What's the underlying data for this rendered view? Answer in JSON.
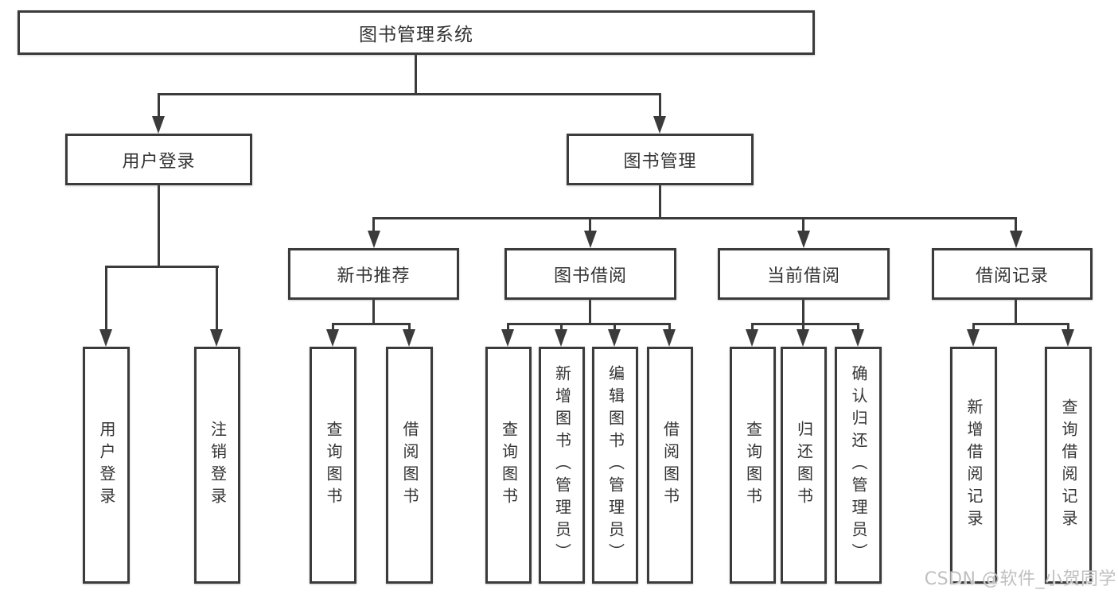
{
  "diagram": {
    "nodes": {
      "root": {
        "label": "图书管理系统"
      },
      "l2": [
        {
          "label": "用户登录"
        },
        {
          "label": "图书管理"
        }
      ],
      "l3": [
        {
          "label": "新书推荐"
        },
        {
          "label": "图书借阅"
        },
        {
          "label": "当前借阅"
        },
        {
          "label": "借阅记录"
        }
      ],
      "leaves": {
        "user_login": [
          {
            "label": "用户登录"
          },
          {
            "label": "注销登录"
          }
        ],
        "new_book": [
          {
            "label": "查询图书"
          },
          {
            "label": "借阅图书"
          }
        ],
        "book_borrow": [
          {
            "label": "查询图书"
          },
          {
            "label": "新增图书（管理员）"
          },
          {
            "label": "编辑图书（管理员）"
          },
          {
            "label": "借阅图书"
          }
        ],
        "current_borrow": [
          {
            "label": "查询图书"
          },
          {
            "label": "归还图书"
          },
          {
            "label": "确认归还（管理员）"
          }
        ],
        "borrow_records": [
          {
            "label": "新增借阅记录"
          },
          {
            "label": "查询借阅记录"
          }
        ]
      }
    },
    "colors": {
      "line": "#3b3b3b",
      "text": "#333333",
      "watermark": "#c0bfbf",
      "background": "#ffffff"
    }
  },
  "watermark": {
    "text": "CSDN @软件_小贺同学"
  }
}
